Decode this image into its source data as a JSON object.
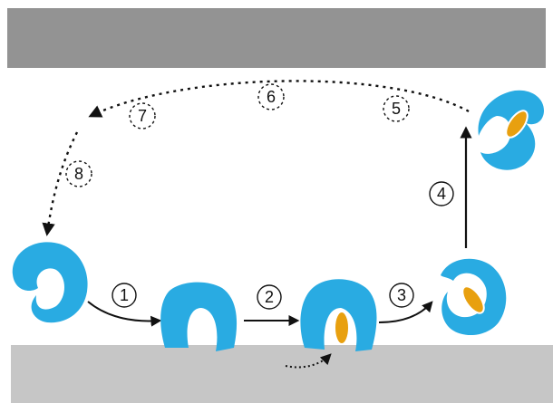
{
  "colors": {
    "top_membrane": "#939393",
    "bottom_membrane": "#c6c6c6",
    "protein": "#29abe2",
    "cargo": "#e8a00f",
    "cargo_outline": "#ffffff",
    "arrow": "#111111"
  },
  "steps": {
    "s1": "1",
    "s2": "2",
    "s3": "3",
    "s4": "4",
    "s5": "5",
    "s6": "6",
    "s7": "7",
    "s8": "8"
  },
  "icons": {
    "protein": "protein-shape-icon",
    "cargo": "cargo-molecule-icon"
  }
}
